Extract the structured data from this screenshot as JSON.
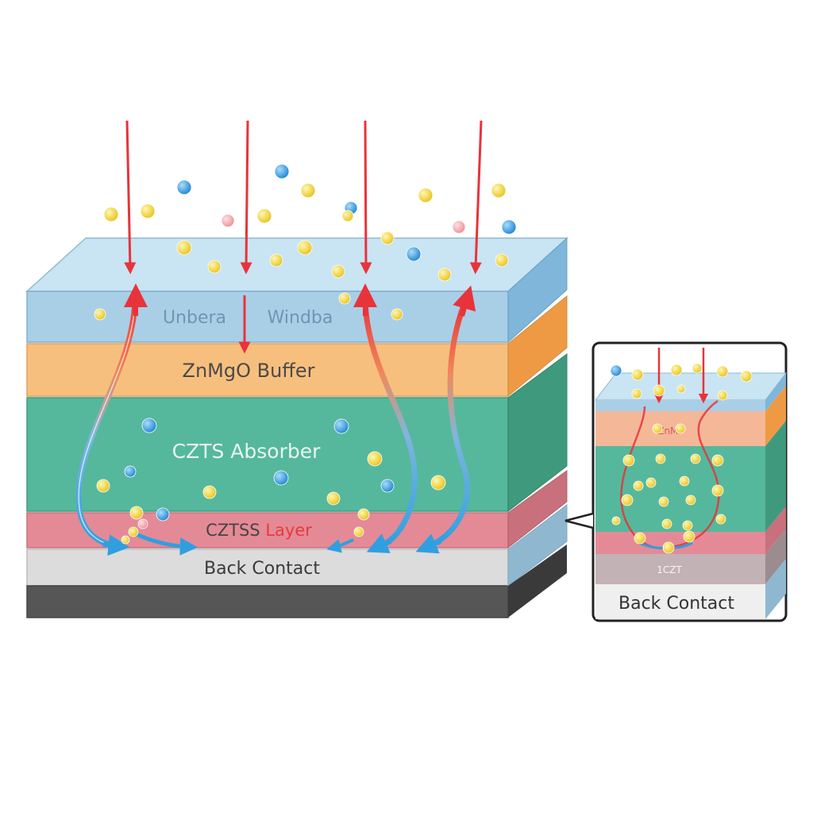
{
  "layers": {
    "window": {
      "label_left": "Unbera",
      "label_right": "Windba",
      "color": "#a9cfe6"
    },
    "buffer": {
      "label": "ZnMgO Buffer",
      "color": "#f7bf7e"
    },
    "absorber": {
      "label": "CZTS Absorber",
      "color": "#55b89c"
    },
    "cztss": {
      "label_prefix": "CZTSS",
      "label_accent": "Layer",
      "color": "#e48a96",
      "accent": "#e53b3b"
    },
    "back_contact": {
      "label": "Back Contact",
      "color": "#dcdcdc"
    },
    "substrate": {
      "color": "#565656"
    }
  },
  "inset": {
    "buffer_label": "ZnMl",
    "cztss_label": "1CZT",
    "back_contact_label": "Back Contact"
  },
  "colors": {
    "incident_light": "#e8333a",
    "carrier_blue": "#2f9fe0",
    "particle_yellow": "#f2d22c",
    "particle_blue": "#2c96d8",
    "particle_pink": "#f1a0a8"
  }
}
